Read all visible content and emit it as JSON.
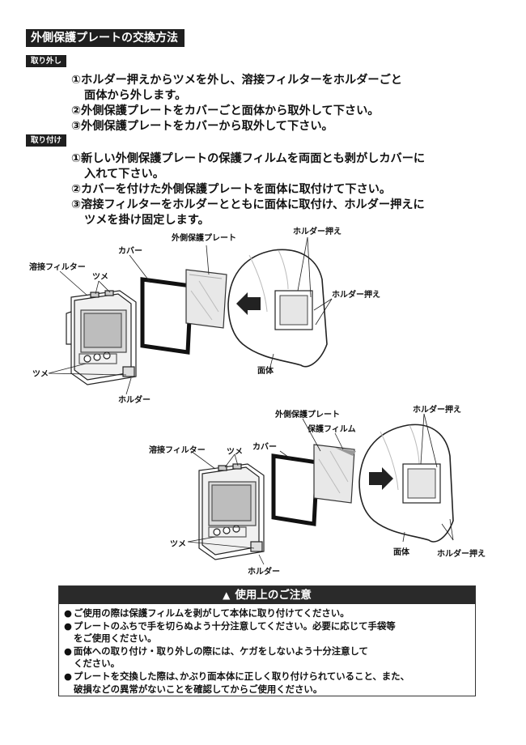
{
  "title": "外側保護プレートの交換方法",
  "sections": {
    "removal": {
      "tag": "取り外し",
      "steps": [
        {
          "line1": "①ホルダー押えからツメを外し、溶接フィルターをホルダーごと",
          "line2": "面体から外します。"
        },
        {
          "line1": "②外側保護プレートをカバーごと面体から取外して下さい。",
          "line2": ""
        },
        {
          "line1": "③外側保護プレートをカバーから取外して下さい。",
          "line2": ""
        }
      ]
    },
    "install": {
      "tag": "取り付け",
      "steps": [
        {
          "line1": "①新しい外側保護プレートの保護フィルムを両面とも剥がしカバーに",
          "line2": "入れて下さい。"
        },
        {
          "line1": "②カバーを付けた外側保護プレートを面体に取付けて下さい。",
          "line2": ""
        },
        {
          "line1": "③溶接フィルターをホルダーとともに面体に取付け、ホルダー押えに",
          "line2": "ツメを掛け固定します。"
        }
      ]
    }
  },
  "figure1": {
    "labels": {
      "outer_plate": "外側保護プレート",
      "holder_press_top": "ホルダー押え",
      "cover": "カバー",
      "filter": "溶接フィルター",
      "tsume_top": "ツメ",
      "holder_press_right": "ホルダー押え",
      "tsume_bottom": "ツメ",
      "shell": "面体",
      "holder": "ホルダー"
    }
  },
  "figure2": {
    "labels": {
      "outer_plate": "外側保護プレート",
      "holder_press_top": "ホルダー押え",
      "film": "保護フィルム",
      "filter": "溶接フィルター",
      "tsume_top": "ツメ",
      "cover": "カバー",
      "tsume_bottom": "ツメ",
      "shell": "面体",
      "holder_press_bottom": "ホルダー押え",
      "holder": "ホルダー"
    }
  },
  "notice": {
    "heading": "使用上のご注意",
    "items": [
      {
        "line1": "ご使用の際は保護フィルムを剥がして本体に取り付けてください。",
        "line2": ""
      },
      {
        "line1": "プレートのふちで手を切らぬよう十分注意してください。必要に応じて手袋等",
        "line2": "をご使用ください。"
      },
      {
        "line1": "面体への取り付け・取り外しの際には、ケガをしないよう十分注意して",
        "line2": "ください。"
      },
      {
        "line1": "プレートを交換した際は､かぶり面本体に正しく取り付けられていること、また、",
        "line2": "破損などの異常がないことを確認してからご使用ください。"
      }
    ]
  }
}
